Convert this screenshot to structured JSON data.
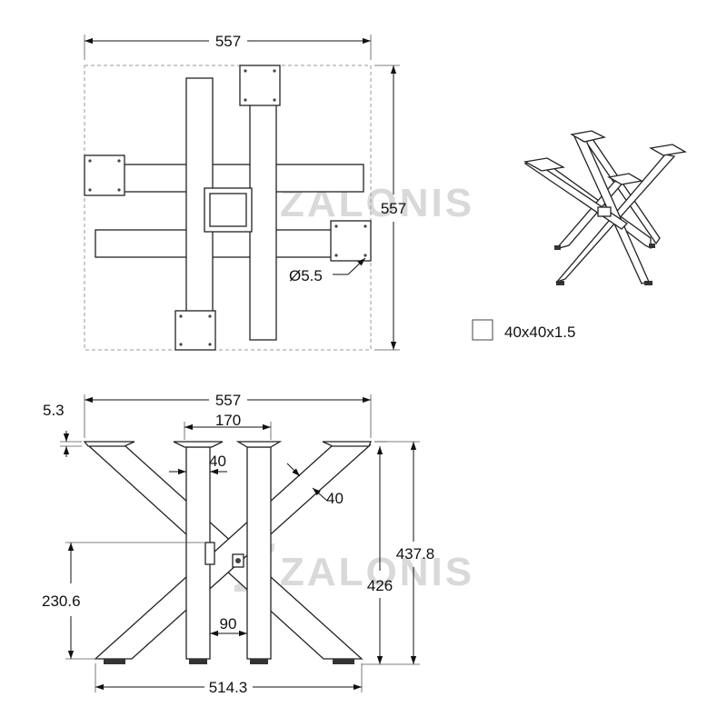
{
  "watermark": {
    "brand": "ZALONIS"
  },
  "top_view": {
    "width_label": "557",
    "height_label": "557",
    "hole_label": "Ø5.5"
  },
  "legend": {
    "profile_label": "40x40x1.5"
  },
  "front_view": {
    "overall_width_label": "557",
    "inner_width_label": "170",
    "plate_thickness_label": "5.3",
    "leg_width_label": "40",
    "diagonal_width_label": "40",
    "cross_height_label": "230.6",
    "bottom_gap_label": "90",
    "base_width_label": "514.3",
    "height_label": "426",
    "total_height_label": "437.8"
  },
  "colors": {
    "line": "#222222",
    "watermark": "#d9d9d9",
    "dashed": "#999999"
  }
}
